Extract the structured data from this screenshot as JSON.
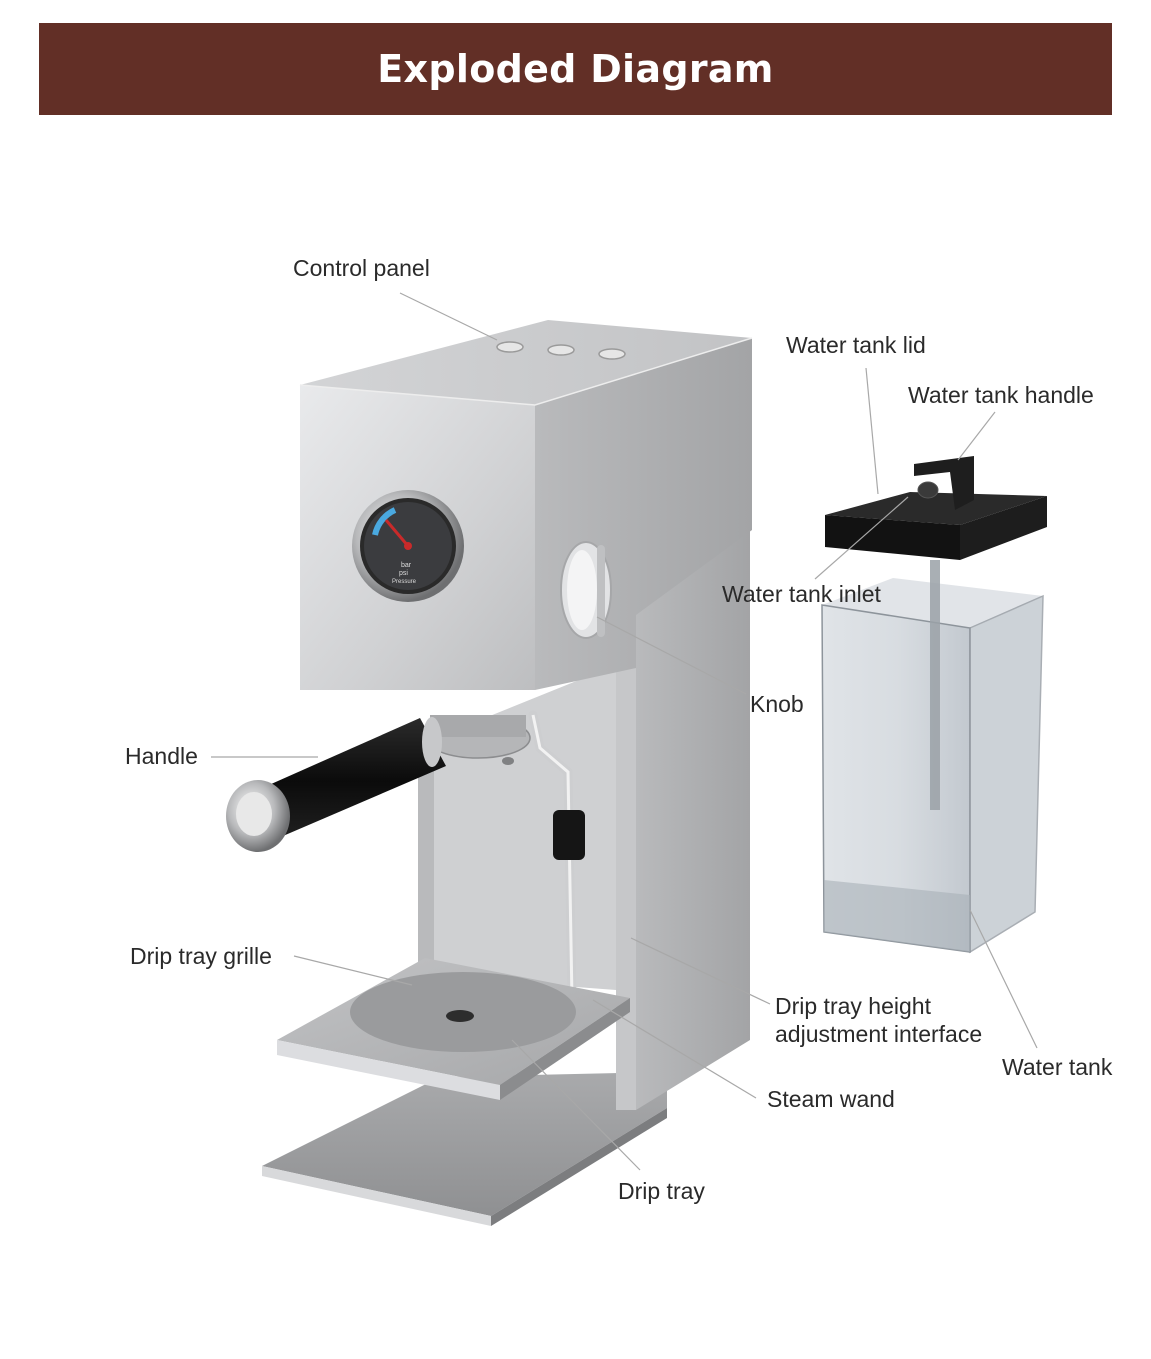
{
  "header": {
    "title": "Exploded Diagram"
  },
  "labels": {
    "control_panel": "Control panel",
    "water_tank_lid": "Water tank lid",
    "water_tank_handle": "Water tank handle",
    "water_tank_inlet": "Water tank inlet",
    "knob": "Knob",
    "handle": "Handle",
    "drip_tray_grille": "Drip tray grille",
    "drip_tray_height_line1": "Drip tray height",
    "drip_tray_height_line2": "adjustment interface",
    "water_tank": "Water tank",
    "steam_wand": "Steam wand",
    "drip_tray": "Drip tray"
  },
  "gauge": {
    "unit_bar": "bar",
    "unit_psi": "psi",
    "caption": "Pressure"
  },
  "colors": {
    "banner": "#622f26",
    "body_silver": "#c9cacc",
    "leader_line": "#a8a8a8"
  }
}
